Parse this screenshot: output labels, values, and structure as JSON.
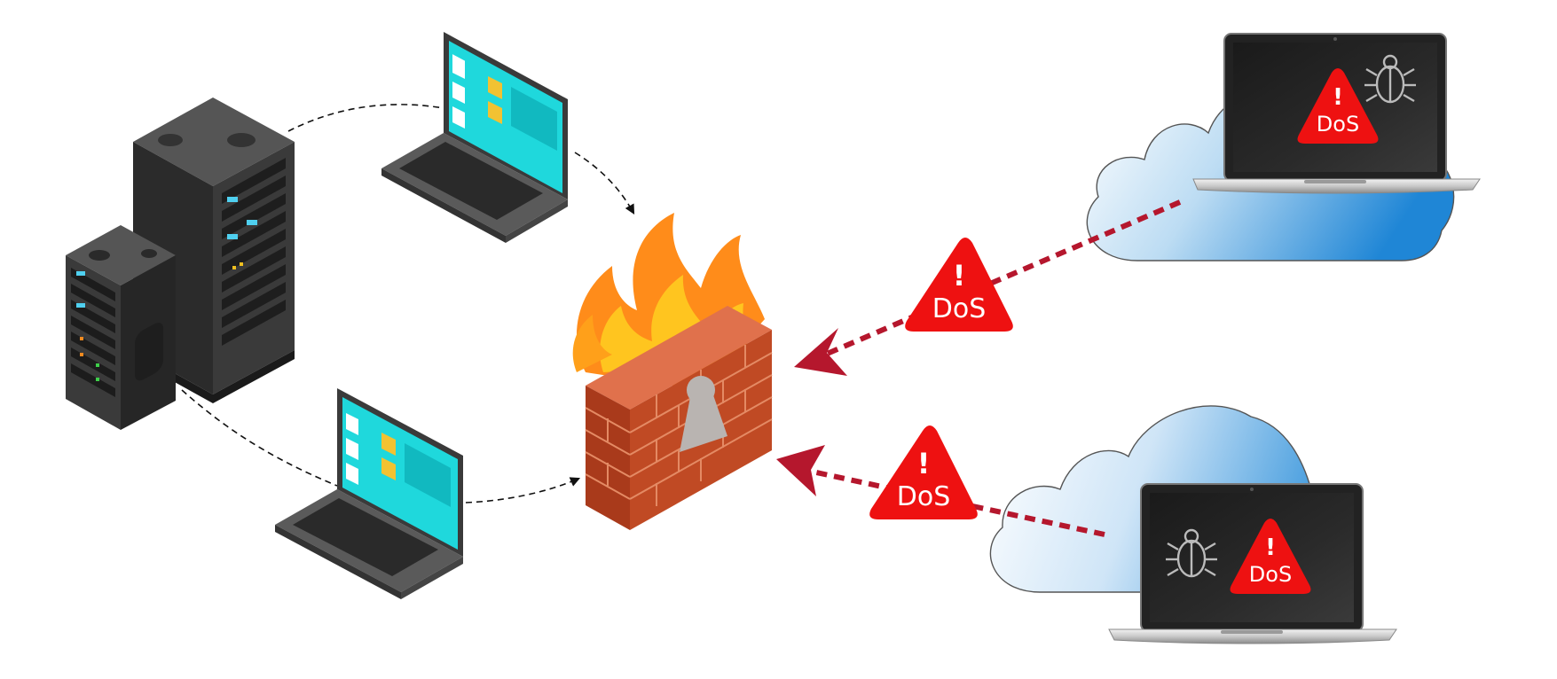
{
  "diagram": {
    "badges": [
      {
        "id": "attack-upper",
        "exclamation": "!",
        "label": "DoS"
      },
      {
        "id": "attack-lower",
        "exclamation": "!",
        "label": "DoS"
      },
      {
        "id": "screen-upper",
        "exclamation": "!",
        "label": "DoS"
      },
      {
        "id": "screen-lower",
        "exclamation": "!",
        "label": "DoS"
      }
    ],
    "nodes": [
      {
        "id": "server-tall",
        "icon": "server-rack-icon"
      },
      {
        "id": "server-short",
        "icon": "server-rack-icon"
      },
      {
        "id": "laptop-top",
        "icon": "laptop-icon"
      },
      {
        "id": "laptop-bottom",
        "icon": "laptop-icon"
      },
      {
        "id": "firewall",
        "icon": "firewall-icon"
      },
      {
        "id": "cloud-upper",
        "icon": "cloud-icon"
      },
      {
        "id": "cloud-lower",
        "icon": "cloud-icon"
      },
      {
        "id": "attacker-laptop-upper",
        "icon": "laptop-icon"
      },
      {
        "id": "attacker-laptop-lower",
        "icon": "laptop-icon"
      }
    ],
    "edges": [
      {
        "from": "server-tall",
        "to": "laptop-top",
        "style": "dashed"
      },
      {
        "from": "laptop-top",
        "to": "firewall",
        "style": "dashed-arrow"
      },
      {
        "from": "server-short",
        "to": "laptop-bottom",
        "style": "dashed"
      },
      {
        "from": "laptop-bottom",
        "to": "firewall",
        "style": "dashed-arrow"
      },
      {
        "from": "cloud-upper",
        "to": "firewall",
        "style": "attack-arrow"
      },
      {
        "from": "cloud-lower",
        "to": "firewall",
        "style": "attack-arrow"
      }
    ],
    "colors": {
      "attack": "#b5172d",
      "warning": "#ee1111",
      "screen": "#1fd8dc",
      "brick": "#b6401f",
      "flame": "#ff8c1a",
      "cloud": "#3f94d8"
    }
  }
}
